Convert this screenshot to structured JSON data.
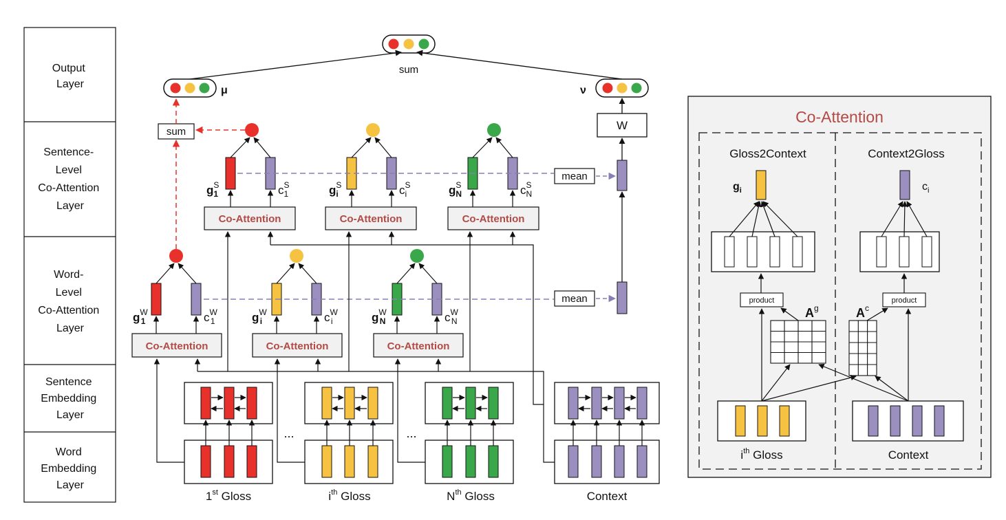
{
  "layers": [
    "Output Layer",
    "Sentence-Level Co-Attention Layer",
    "Word-Level Co-Attention Layer",
    "Sentence Embedding Layer",
    "Word Embedding Layer"
  ],
  "layer_lines": [
    [
      "Output",
      "Layer"
    ],
    [
      "Sentence-",
      "Level",
      "Co-Attention",
      "Layer"
    ],
    [
      "Word-",
      "Level",
      "Co-Attention",
      "Layer"
    ],
    [
      "Sentence",
      "Embedding",
      "Layer"
    ],
    [
      "Word",
      "Embedding",
      "Layer"
    ]
  ],
  "labels": {
    "sum_top": "sum",
    "sum_left": "sum",
    "mu": "μ",
    "nu": "ν",
    "w_box": "W",
    "mean": "mean",
    "co_attention": "Co-Attention",
    "ellipsis": "...",
    "gloss_1": "1st Gloss",
    "gloss_i": "ith Gloss",
    "gloss_n": "Nth Gloss",
    "context": "Context",
    "g": "g",
    "c": "c",
    "sup_s": "S",
    "sup_w": "W",
    "sub_1": "1",
    "sub_i": "i",
    "sub_n": "N",
    "sup_st": "st",
    "sup_th": "th",
    "gloss_word": "Gloss"
  },
  "inset": {
    "title": "Co-Attention",
    "gloss2context": "Gloss2Context",
    "context2gloss": "Context2Gloss",
    "product": "product",
    "a_g": "A",
    "a_g_sup": "g",
    "a_c": "A",
    "a_c_sup": "c",
    "g_i": "g",
    "c_i": "c",
    "sub_i": "i",
    "ith_gloss": "ith Gloss",
    "context": "Context"
  },
  "colors": {
    "red": "#e8312a",
    "yellow": "#f5c242",
    "green": "#3aa84a",
    "purple": "#9b8fbf",
    "accent": "#b24a45",
    "dash_red": "#e8312a",
    "dash_purple": "#8a7fb5",
    "inset_bg": "#f2f2f2",
    "box_bg": "#f1f1f1"
  }
}
